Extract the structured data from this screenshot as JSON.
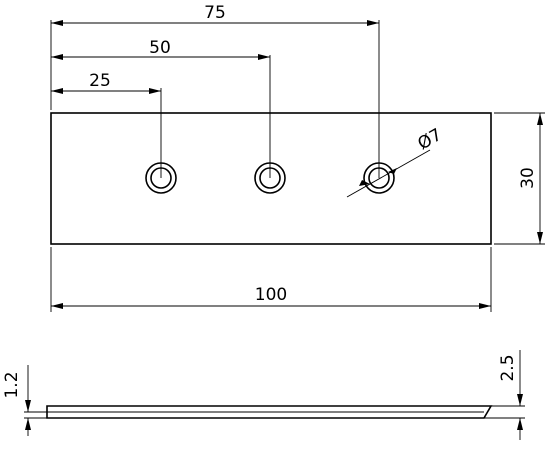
{
  "drawing": {
    "plate_length": "100",
    "plate_height": "30",
    "hole_pos_1": "25",
    "hole_pos_2": "50",
    "hole_pos_3": "75",
    "hole_diameter": "Ø7",
    "side_thickness_left": "1.2",
    "side_thickness_right": "2.5"
  }
}
